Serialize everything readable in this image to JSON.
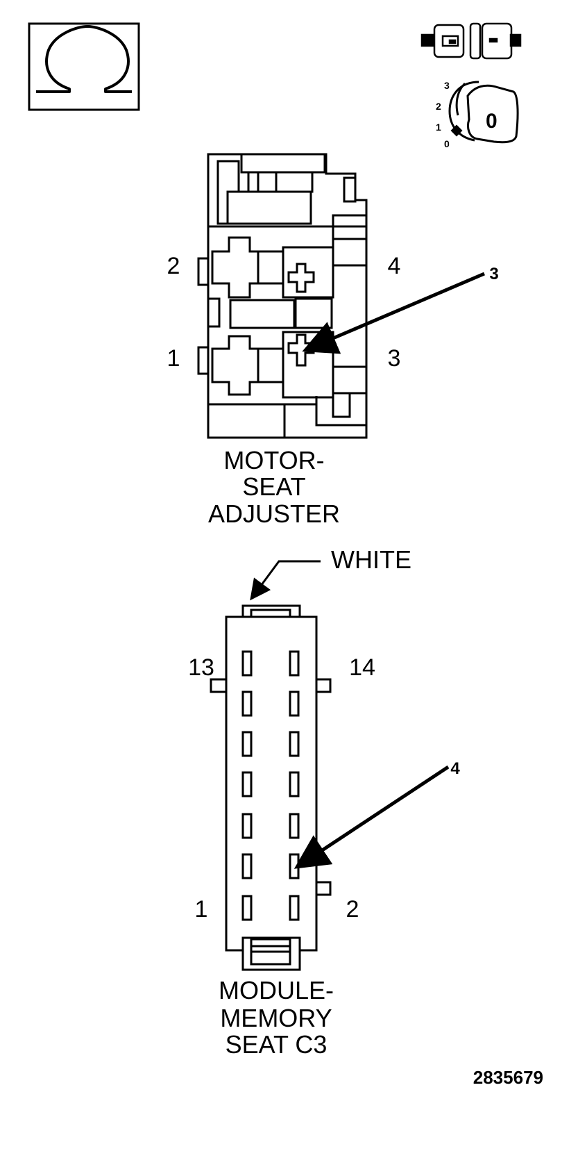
{
  "ohm_symbol": "Ω",
  "ignition_switch": {
    "positions": [
      "3",
      "2",
      "1",
      "0"
    ],
    "key_label": "0"
  },
  "motor_seat_connector": {
    "title_lines": [
      "MOTOR-",
      "SEAT",
      "ADJUSTER"
    ],
    "pins": {
      "p1": "1",
      "p2": "2",
      "p3": "3",
      "p4": "4"
    },
    "callout": "3"
  },
  "memory_module_connector": {
    "title_lines": [
      "MODULE-",
      "MEMORY",
      "SEAT C3"
    ],
    "color_label": "WHITE",
    "pins": {
      "p1": "1",
      "p2": "2",
      "p13": "13",
      "p14": "14"
    },
    "callout": "4"
  },
  "figure_id": "2835679",
  "icons": [
    "ohmmeter-icon",
    "disconnect-connector-icon",
    "ignition-off-icon"
  ]
}
